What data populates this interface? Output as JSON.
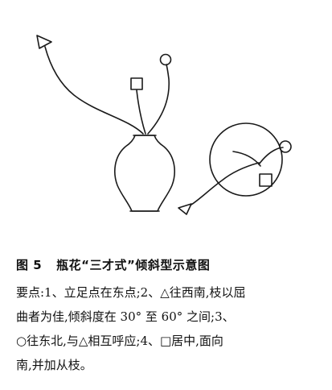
{
  "figure": {
    "number": "图 5",
    "title": "瓶花“三才式”倾斜型示意图"
  },
  "description": {
    "lines": [
      "要点:1、立足点在东点;2、△往西南,枝以屈",
      "曲者为佳,倾斜度在 30°  至 60°  之间;3、",
      "○往东北,与△相互呼应;4、□居中,面向",
      "南,并加从枝。"
    ]
  },
  "icons": {
    "triangle": "triangle-icon",
    "circle": "circle-icon",
    "square": "square-icon"
  }
}
